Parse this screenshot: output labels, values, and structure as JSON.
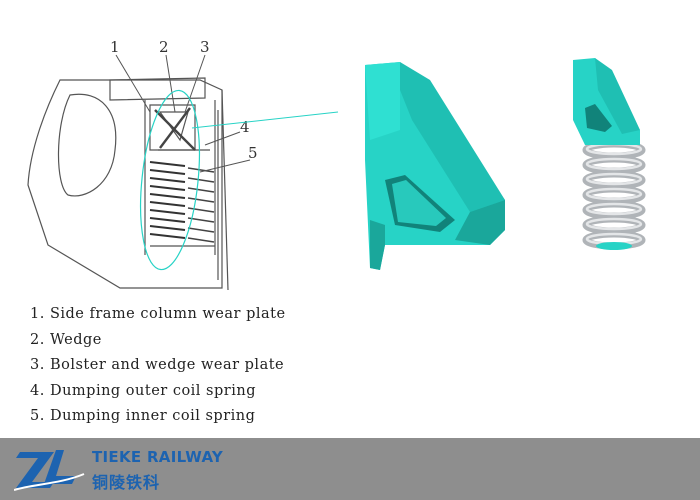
{
  "callouts": [
    "1",
    "2",
    "3",
    "4",
    "5"
  ],
  "legend": [
    "1. Side frame column wear plate",
    "2. Wedge",
    "3. Bolster and wedge wear plate",
    "4. Dumping outer coil spring",
    "5. Dumping inner coil spring"
  ],
  "brand": {
    "name_en": "TIEKE RAILWAY",
    "name_cn": "铜陵铁科"
  },
  "colors": {
    "part": "#27d3c6",
    "part_shadow": "#1aa79b",
    "brand_blue": "#1d63b0",
    "footer_bg": "#8e8e8e"
  }
}
